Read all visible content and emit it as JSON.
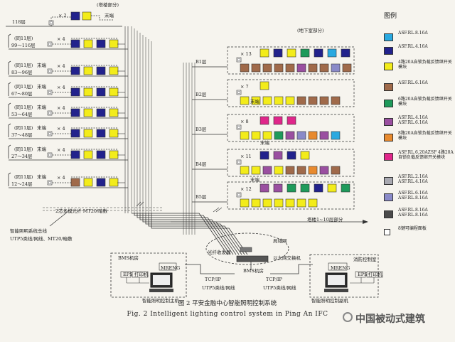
{
  "top_floor": {
    "label": "118层",
    "tower_tag": "(塔楼部分)",
    "multiplier": "× 2",
    "end_label": "末端"
  },
  "tower_rows": [
    {
      "bracket": "(同11层)",
      "floors": "99～116层",
      "mult": "× 4",
      "end": ""
    },
    {
      "bracket": "(同11层)",
      "floors": "83～96层",
      "mult": "× 4",
      "end": "末端"
    },
    {
      "bracket": "(同11层)",
      "floors": "67～80层",
      "mult": "× 4",
      "end": "末端"
    },
    {
      "bracket": "(同11层)",
      "floors": "53～64层",
      "mult": "× 4",
      "end": "末端"
    },
    {
      "bracket": "(同11层)",
      "floors": "37～48层",
      "mult": "× 4",
      "end": "末端"
    },
    {
      "bracket": "(同11层)",
      "floors": "27～34层",
      "mult": "× 4",
      "end": "末端"
    },
    {
      "bracket": "(同11层)",
      "floors": "12～24层",
      "mult": "× 4",
      "end": "末端"
    }
  ],
  "basement": {
    "tag": "(地下室部分)",
    "floors": [
      "B1层",
      "B2层",
      "B3层",
      "B4层",
      "B5层"
    ],
    "multipliers": [
      "× 13",
      "× 7",
      "× 8",
      "× 11",
      "× 12"
    ],
    "end_labels": [
      "末端",
      "末端",
      "末端"
    ],
    "tower_note": "塔楼1~10层部分"
  },
  "fiber_note": "2芯多模光纤 MT20/暗敷",
  "bus_note": {
    "line1": "智能照明系统总线",
    "line2": "UTP5类线/网线、MT20/暗敷"
  },
  "network": {
    "fiber_transceiver": "光纤收发器",
    "lan": "局域网",
    "ethernet_switch": "以太网交换机",
    "bms_room_center": "BMS机房",
    "tcpip_left": "TCP/IP",
    "utp_left": "UTP5类线/网线",
    "tcpip_right": "TCP/IP",
    "utp_right": "UTP5类线/网线"
  },
  "bms_room": {
    "title": "BMS机房",
    "eps": "EPS",
    "printer": "打印机",
    "mreng": "MRENG",
    "host_label": "智能照明控制主机"
  },
  "fire_room": {
    "title": "消防控制室",
    "eps": "EPS",
    "printer": "打印机",
    "mreng": "MRENG",
    "host_label": "智能照明控制副机"
  },
  "legend": {
    "title": "图例",
    "items": [
      {
        "color": "#2aa9e0",
        "text": "ASF.RL.8.16A"
      },
      {
        "color": "#22228c",
        "text": "ASF.RL.4.16A"
      },
      {
        "color": "#f3ec1a",
        "text": "4路20A自锁负载反馈继开关模块"
      },
      {
        "color": "#a06a4a",
        "text": "ASF.RL.6.16A"
      },
      {
        "color": "#1e9a5a",
        "text": "6路20A自锁负载反馈继开关模块"
      },
      {
        "color": "#9a4fa0",
        "text": "ASF.RL.4.16A ASF.RL.6.16A"
      },
      {
        "color": "#e88a2e",
        "text": "8路20A自锁负载反馈继开关模块"
      },
      {
        "color": "#e0268a",
        "text": "ASF.RL.6.20AZSF 4路20A自锁负载反馈继开关模块"
      },
      {
        "color": "#a8a8b0",
        "text": "ASF.RL.2.16A ASF.RL.4.16A"
      },
      {
        "color": "#8a8ac8",
        "text": "ASF.RL.6.16A ASF.RL.8.16A"
      },
      {
        "color": "#4a4a4a",
        "text": "ASF.RL.8.16A ASF.RL.8.16A"
      },
      {
        "color": "#ffffff",
        "text": "8键可编程面板"
      }
    ]
  },
  "caption": {
    "cn": "图 2   平安金融中心智能照明控制系统",
    "en": "Fig. 2   Intelligent lighting control system in Ping An IFC"
  },
  "watermark": "中国被动式建筑"
}
